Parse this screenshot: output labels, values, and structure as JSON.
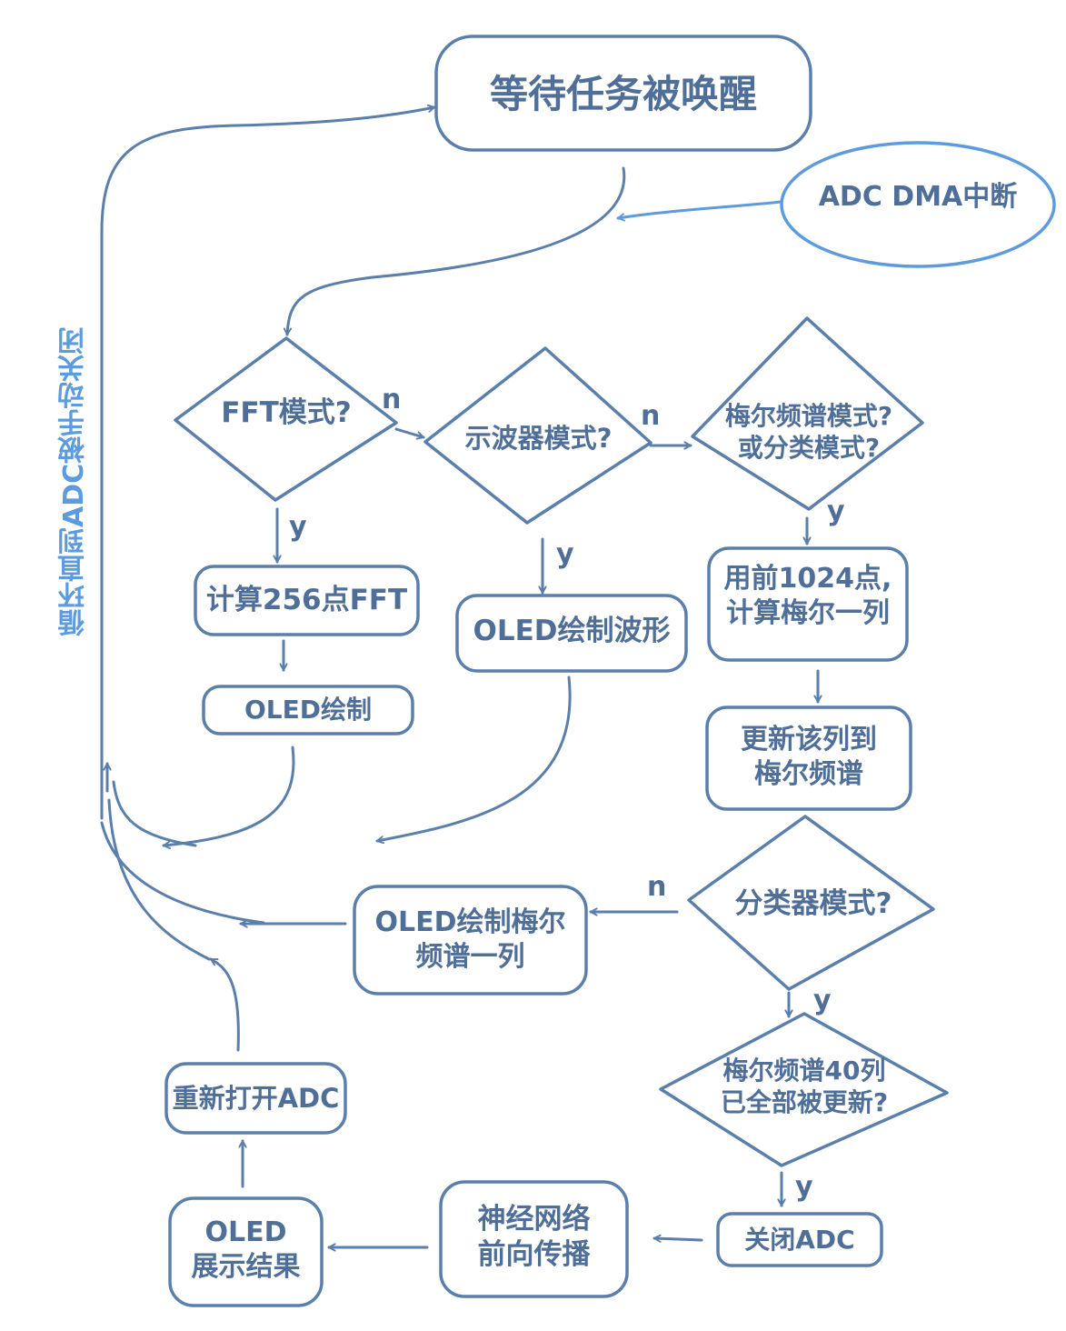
{
  "nodes": {
    "wait": {
      "lines": [
        "等待任务被唤醒"
      ]
    },
    "adc_irq": {
      "lines": [
        "ADC DMA中断"
      ]
    },
    "fft_q": {
      "lines": [
        "FFT模式?"
      ]
    },
    "osc_q": {
      "lines": [
        "示波器模式?"
      ]
    },
    "mel_q": {
      "lines": [
        "梅尔频谱模式?",
        "或分类模式?"
      ]
    },
    "fft_calc": {
      "lines": [
        "计算256点FFT"
      ]
    },
    "fft_draw": {
      "lines": [
        "OLED绘制"
      ]
    },
    "osc_draw": {
      "lines": [
        "OLED绘制波形"
      ]
    },
    "mel_calc": {
      "lines": [
        "用前1024点,",
        "计算梅尔一列"
      ]
    },
    "mel_update": {
      "lines": [
        "更新该列到",
        "梅尔频谱"
      ]
    },
    "cls_q": {
      "lines": [
        "分类器模式?"
      ]
    },
    "mel_draw": {
      "lines": [
        "OLED绘制梅尔",
        "频谱一列"
      ]
    },
    "mel40_q": {
      "lines": [
        "梅尔频谱40列",
        "已全部被更新?"
      ]
    },
    "adc_off": {
      "lines": [
        "关闭ADC"
      ]
    },
    "nn_fwd": {
      "lines": [
        "神经网络",
        "前向传播"
      ]
    },
    "oled_result": {
      "lines": [
        "OLED",
        "展示结果"
      ]
    },
    "adc_restart": {
      "lines": [
        "重新打开ADC"
      ]
    }
  },
  "edge_labels": {
    "fft_n": "n",
    "fft_y": "y",
    "osc_n": "n",
    "osc_y": "y",
    "mel_y": "y",
    "cls_n": "n",
    "cls_y": "y",
    "mel40_y": "y"
  },
  "loop_label": "循环直到ADC被手动关闭",
  "colors": {
    "stroke": "#5a7fab",
    "interrupt_stroke": "#5d9bdf",
    "text": "#4f6f99"
  }
}
